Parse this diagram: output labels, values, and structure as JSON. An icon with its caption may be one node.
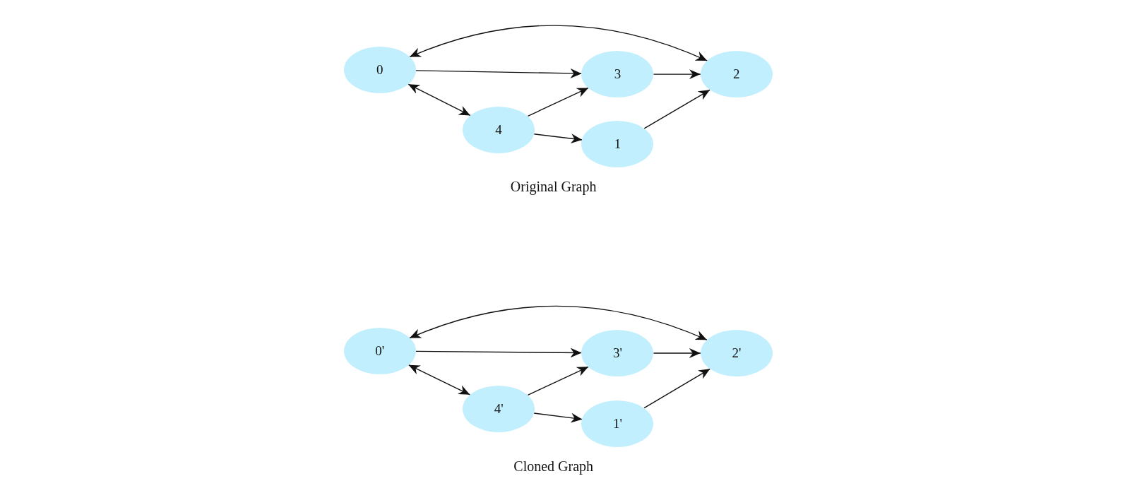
{
  "diagram": {
    "nodes": [
      {
        "text": [
          "0"
        ]
      },
      {
        "text": [
          "3"
        ]
      },
      {
        "text": [
          "2"
        ]
      },
      {
        "text": [
          "4"
        ]
      },
      {
        "text": [
          "1"
        ]
      },
      {
        "text": [
          "0'"
        ]
      },
      {
        "text": [
          "3'"
        ]
      },
      {
        "text": [
          "2'"
        ]
      },
      {
        "text": [
          "4'"
        ]
      },
      {
        "text": [
          "1'"
        ]
      }
    ],
    "edges": [
      {
        "from": 0,
        "to": 2,
        "arrow": "both"
      },
      {
        "from": 0,
        "to": 1,
        "arrow": "to"
      },
      {
        "from": 1,
        "to": 2,
        "arrow": "to"
      },
      {
        "from": 0,
        "to": 3,
        "arrow": "both"
      },
      {
        "from": 3,
        "to": 1,
        "arrow": "to"
      },
      {
        "from": 3,
        "to": 4,
        "arrow": "to"
      },
      {
        "from": 4,
        "to": 2,
        "arrow": "to"
      },
      {
        "from": 5,
        "to": 7,
        "arrow": "both"
      },
      {
        "from": 5,
        "to": 6,
        "arrow": "to"
      },
      {
        "from": 6,
        "to": 7,
        "arrow": "to"
      },
      {
        "from": 5,
        "to": 8,
        "arrow": "both"
      },
      {
        "from": 8,
        "to": 6,
        "arrow": "to"
      },
      {
        "from": 8,
        "to": 9,
        "arrow": "to"
      },
      {
        "from": 9,
        "to": 7,
        "arrow": "to"
      }
    ],
    "labels": [
      "Original Graph",
      "Cloned Graph"
    ]
  }
}
